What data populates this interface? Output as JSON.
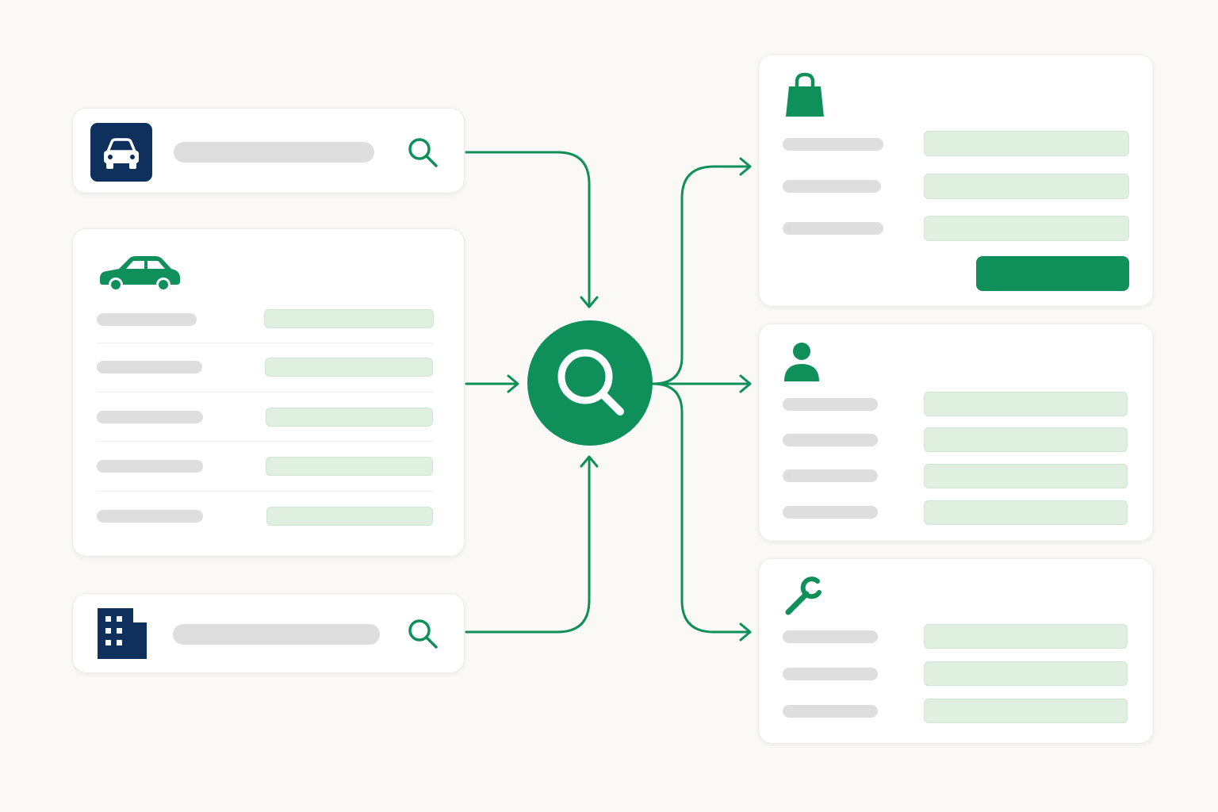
{
  "colors": {
    "accent": "#0f8f5a",
    "navy": "#0f2f5c",
    "placeholder_bar": "#dedede",
    "field_fill": "#dff0e1",
    "background": "#faf9f6"
  },
  "inputs": {
    "vehicle_search": {
      "icon": "car-icon",
      "action_icon": "search-icon"
    },
    "vehicle_record": {
      "icon": "car-side-icon",
      "rows": 5
    },
    "business_search": {
      "icon": "building-icon",
      "action_icon": "search-icon"
    }
  },
  "hub": {
    "icon": "search-icon"
  },
  "outputs": {
    "purchase": {
      "icon": "shopping-bag-icon",
      "rows": 3,
      "has_button": true
    },
    "person": {
      "icon": "person-icon",
      "rows": 4
    },
    "service": {
      "icon": "wrench-icon",
      "rows": 3
    }
  }
}
